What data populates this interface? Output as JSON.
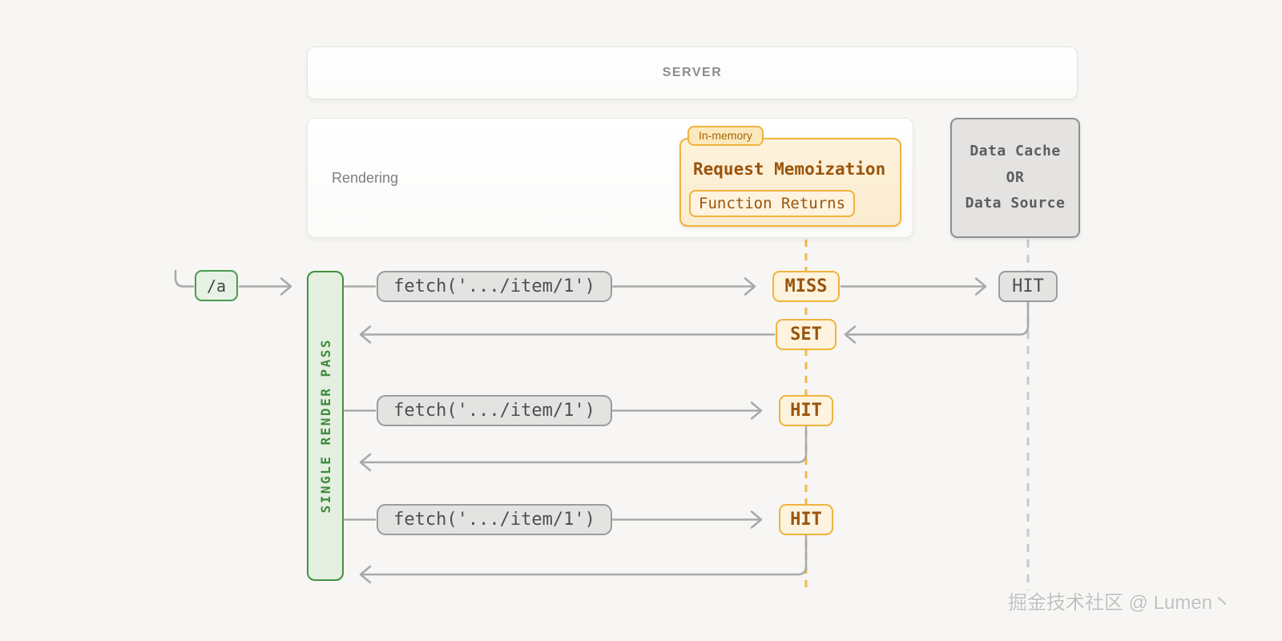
{
  "page": {
    "background_color": "#f7f6f4",
    "watermark": "掘金技术社区 @ Lumen丶"
  },
  "colors": {
    "orange_border": "#efb33d",
    "orange_bg": "#fdf3de",
    "orange_text": "#9a540c",
    "gray_border": "#9c9c9c",
    "gray_bg": "#e4e4e2",
    "gray_text": "#4e4e4e",
    "green_border": "#43913f",
    "green_bg": "#e4efe0",
    "green_text": "#3e8a3c",
    "connector_gray": "#a9a9a9",
    "dashed_orange": "#f2b84a",
    "dashed_gray": "#c9c9c9"
  },
  "server": {
    "label": "SERVER"
  },
  "rendering": {
    "label": "Rendering"
  },
  "memoization": {
    "tag": "In-memory",
    "title": "Request Memoization",
    "chip": "Function Returns"
  },
  "data_cache": {
    "lines": [
      "Data Cache",
      "OR",
      "Data Source"
    ]
  },
  "route": {
    "label": "/a"
  },
  "render_pass": {
    "label": "SINGLE RENDER PASS"
  },
  "rows": [
    {
      "fetch": "fetch('.../item/1')",
      "result": "MISS"
    },
    {
      "fetch": "fetch('.../item/1')",
      "result": "HIT"
    },
    {
      "fetch": "fetch('.../item/1')",
      "result": "HIT"
    }
  ],
  "set_badge": "SET",
  "cache_hit_badge": "HIT"
}
